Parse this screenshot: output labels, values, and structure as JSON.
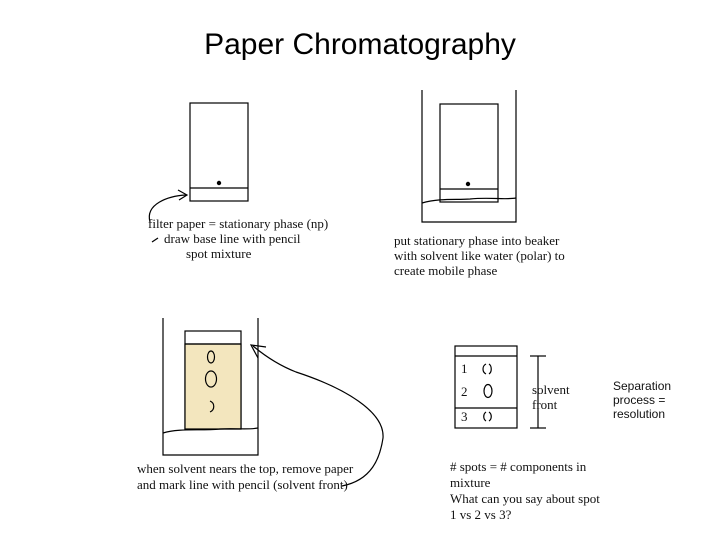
{
  "slide": {
    "title": "Paper Chromatography",
    "step1": {
      "line1": "filter paper = stationary phase (np)",
      "line2": "draw base line with pencil",
      "line3": "spot mixture"
    },
    "step2": {
      "line1": "put stationary phase into beaker",
      "line2": "with solvent like water (polar) to",
      "line3": "create mobile phase"
    },
    "step3": {
      "line1": "when solvent nears the top, remove paper",
      "line2": "and mark line with pencil (solvent front)"
    },
    "step4": {
      "spot1": "1",
      "spot2": "2",
      "spot3": "3",
      "front1": "solvent",
      "front2": "front",
      "line1": "# spots = # components in",
      "line2": "mixture",
      "line3": "What can you say about spot",
      "line4": "1 vs 2 vs 3?"
    },
    "note": {
      "line1": "Separation",
      "line2": "process =",
      "line3": "resolution"
    },
    "colors": {
      "paper_fill": "#f3e6be",
      "ink": "#000000"
    }
  }
}
